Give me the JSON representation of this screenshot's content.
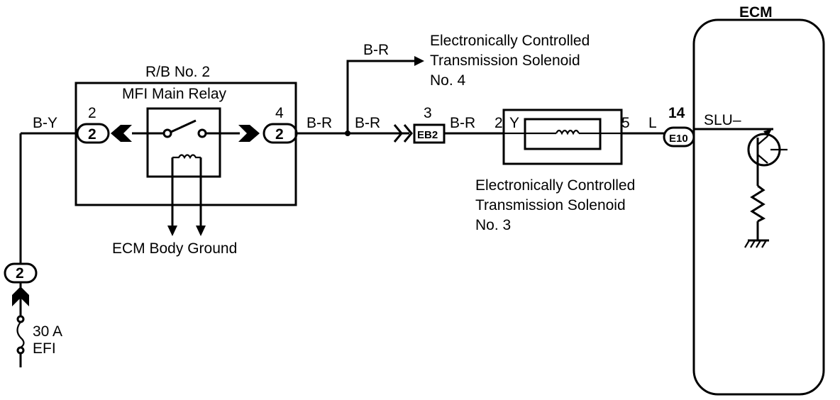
{
  "ecm": {
    "title": "ECM",
    "terminal_pin": "14",
    "terminal_connector": "E10",
    "signal": "SLU–"
  },
  "relay_block": {
    "title": "R/B No. 2",
    "relay_name": "MFI Main Relay",
    "left_connector": "2",
    "left_pin": "2",
    "right_connector": "2",
    "right_pin": "4",
    "ground_label": "ECM Body Ground"
  },
  "power": {
    "connector": "2",
    "fuse_rating": "30 A",
    "fuse_name": "EFI"
  },
  "wires": {
    "in_color": "B-Y",
    "relay_out_color": "B-R",
    "splice_out_color": "B-R",
    "branch_color": "B-R",
    "eb2_out_color": "B-R",
    "solenoid_out_color": "L"
  },
  "connector_eb2": {
    "pin": "3",
    "name": "EB2"
  },
  "solenoid3": {
    "pin_in": "2",
    "pin_in_color": "Y",
    "pin_out": "5",
    "label_line1": "Electronically Controlled",
    "label_line2": "Transmission Solenoid",
    "label_line3": "No. 3"
  },
  "solenoid4": {
    "label_line1": "Electronically Controlled",
    "label_line2": "Transmission Solenoid",
    "label_line3": "No. 4"
  }
}
